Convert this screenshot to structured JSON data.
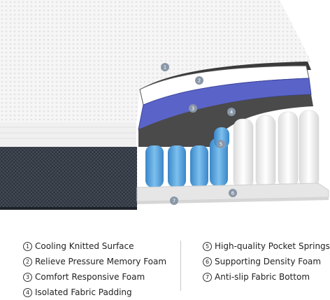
{
  "legend": {
    "left": [
      {
        "num": "1",
        "label": "Cooling Knitted Surface"
      },
      {
        "num": "2",
        "label": "Relieve Pressure Memory Foam"
      },
      {
        "num": "3",
        "label": "Comfort Responsive Foam"
      },
      {
        "num": "4",
        "label": "Isolated Fabric Padding"
      }
    ],
    "right": [
      {
        "num": "5",
        "label": "High-quality Pocket Springs"
      },
      {
        "num": "6",
        "label": "Supporting Density Foam"
      },
      {
        "num": "7",
        "label": "Anti-slip Fabric Bottom"
      }
    ]
  },
  "badges": [
    "1",
    "2",
    "3",
    "4",
    "5",
    "6",
    "7"
  ],
  "colors": {
    "knit_surface": "#f4f4f4",
    "memory_foam": "#ffffff",
    "responsive_foam": "#5a64c8",
    "padding": "#4a4a4a",
    "blue_springs": "#4d9ad6",
    "white_springs": "#f2f2f2",
    "density_foam": "#e6e6e6",
    "side_panel": "#2e3440",
    "badge": "#8a97a8"
  }
}
